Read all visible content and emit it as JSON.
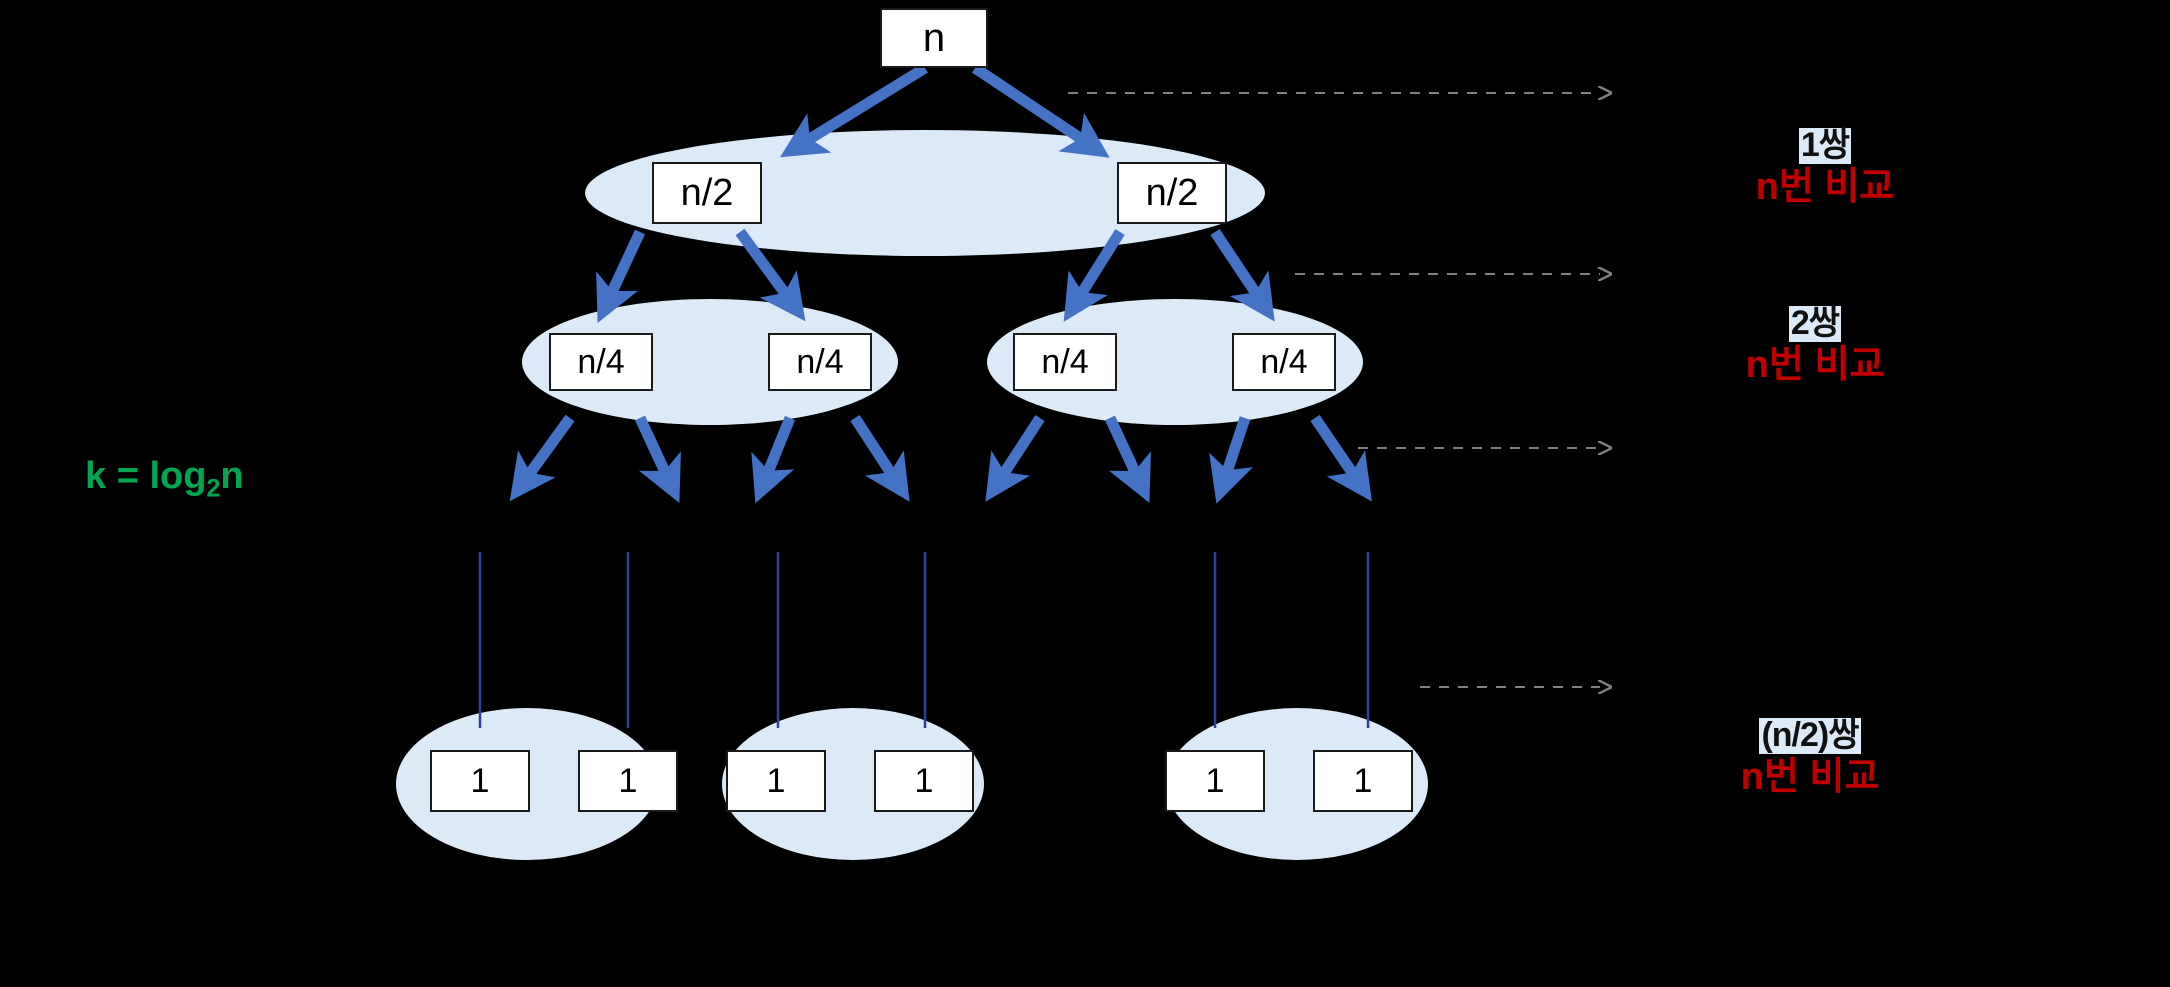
{
  "diagram": {
    "title": "merge-sort-recursion-tree",
    "background_color": "#000000",
    "colors": {
      "ellipse_fill": "#dce9f7",
      "arrow_blue": "#4472C4",
      "vertical_line": "#2f3e9e",
      "dashed_gray": "#808080",
      "node_fill": "#ffffff",
      "node_border": "#1a1a1a",
      "red_text": "#c00000",
      "green_text": "#00A650",
      "highlight_bg": "#dce9f7"
    }
  },
  "nodes": {
    "root": {
      "label": "n"
    },
    "level2": [
      {
        "label": "n/2"
      },
      {
        "label": "n/2"
      }
    ],
    "level3": [
      {
        "label": "n/4"
      },
      {
        "label": "n/4"
      },
      {
        "label": "n/4"
      },
      {
        "label": "n/4"
      }
    ],
    "leaves": [
      {
        "label": "1"
      },
      {
        "label": "1"
      },
      {
        "label": "1"
      },
      {
        "label": "1"
      },
      {
        "label": "1"
      },
      {
        "label": "1"
      }
    ]
  },
  "left_annotation": {
    "k_prefix": "k = log",
    "k_sub": "2",
    "k_suffix": "n",
    "full": "k = log2n"
  },
  "right_annotations": [
    {
      "count": "1쌍",
      "comparisons": "n번 비교"
    },
    {
      "count": "2쌍",
      "comparisons": "n번 비교"
    },
    {
      "count": "(n/2)쌍",
      "comparisons": "n번 비교"
    }
  ],
  "connectors": {
    "dashed_arrow_count": 4,
    "dashed_arrow_label": "level-pointer"
  }
}
